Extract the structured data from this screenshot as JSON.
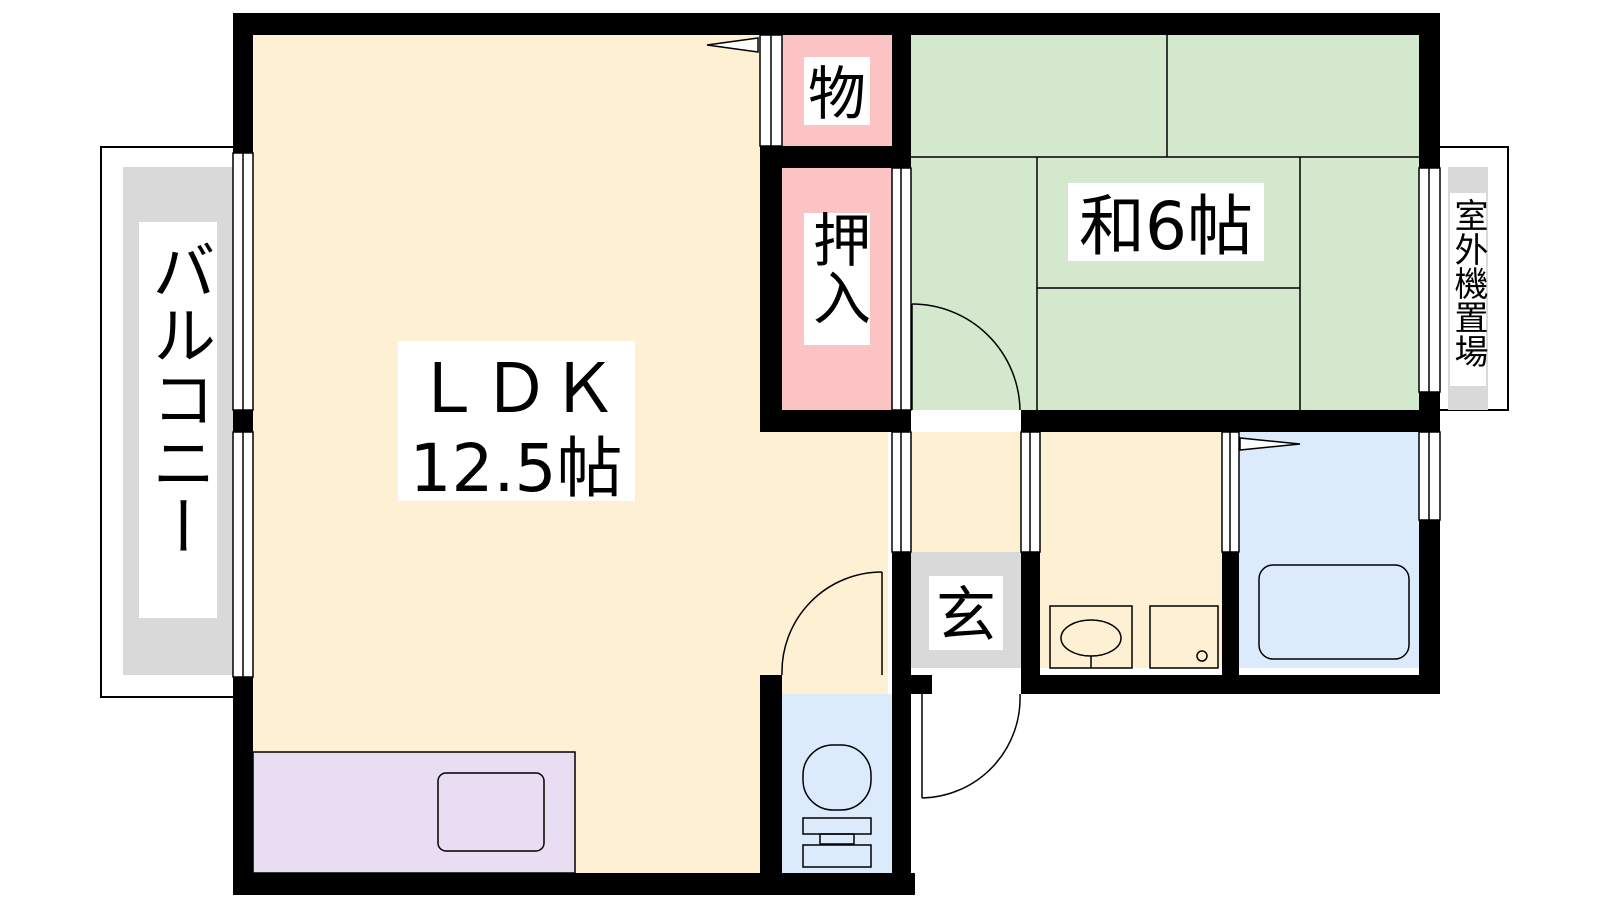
{
  "rooms": {
    "ldk": {
      "name": "ＬＤＫ",
      "size": "12.5帖"
    },
    "washitsu": {
      "name": "和6帖"
    },
    "mono": {
      "name": "物"
    },
    "oshiire": {
      "name": "押入"
    },
    "genkan": {
      "name": "玄"
    },
    "balcony": {
      "name": "バルコニー"
    },
    "outdoor_unit": {
      "name": "室外機置場"
    }
  },
  "colors": {
    "wall": "#000000",
    "ldk": "#fdf0d3",
    "washitsu": "#d3e8cc",
    "storage": "#fbc3c3",
    "kitchen": "#e8ddf3",
    "wet_area": "#dcebfb",
    "genkan": "#d9d9d9",
    "balcony": "#d9d9d9"
  }
}
